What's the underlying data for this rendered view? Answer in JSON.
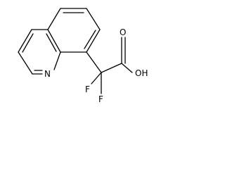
{
  "molecule": {
    "atoms": {
      "n1": "N",
      "o_carbonyl": "O",
      "oh": "OH",
      "f1": "F",
      "f2": "F"
    }
  },
  "colors": {
    "bond": "#000000",
    "label": "#000000",
    "background": "#ffffff"
  }
}
